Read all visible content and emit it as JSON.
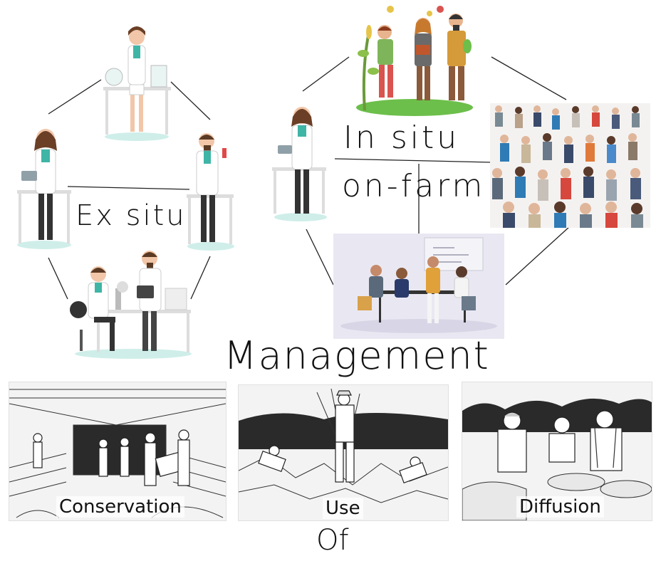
{
  "ex_situ": {
    "label": "Ex situ"
  },
  "in_situ": {
    "label_line1": "In situ",
    "label_line2": "on-farm"
  },
  "management": {
    "label": "Management"
  },
  "bottom_panels": [
    {
      "label": "Conservation"
    },
    {
      "label": "Use"
    },
    {
      "label": "Diffusion"
    }
  ],
  "of_label": "Of",
  "colors": {
    "teal": "#3fb5a6",
    "coat": "#ffffff",
    "floor": "#cfeee9",
    "line": "#222222"
  }
}
